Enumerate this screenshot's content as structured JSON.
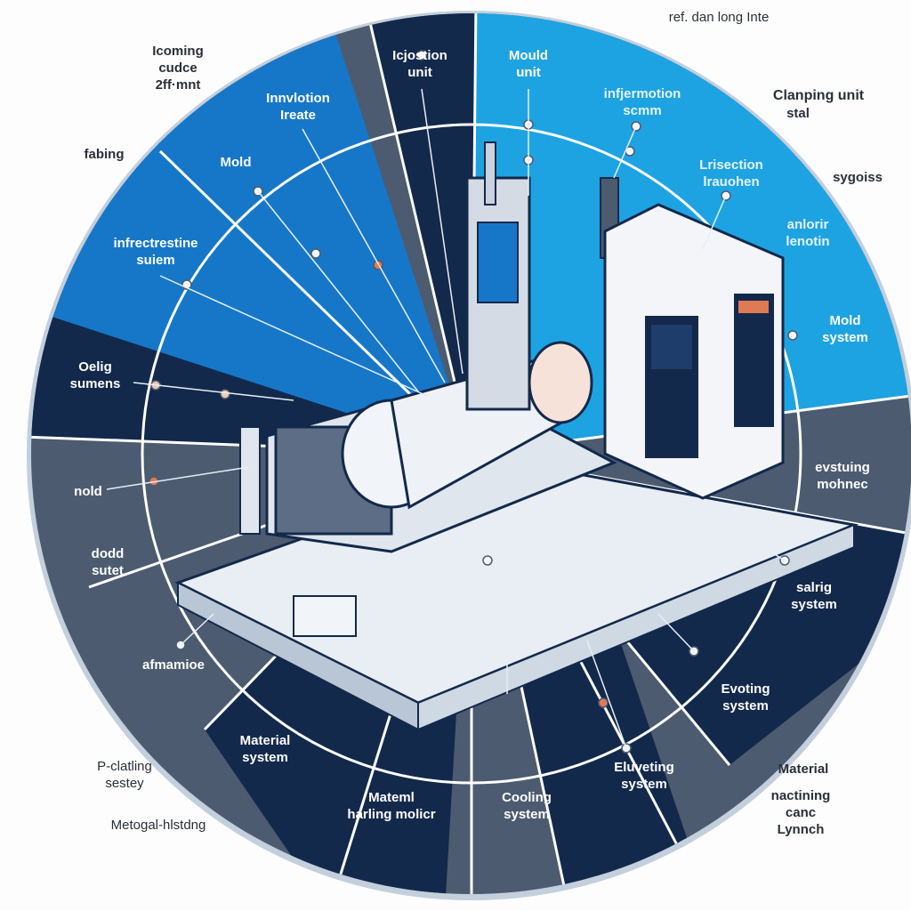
{
  "colors": {
    "blue": "#1677c8",
    "light_blue": "#1ea3e2",
    "navy": "#13294b",
    "slate": "#4c5b70",
    "ring": "#c3cfdc",
    "accent": "#e07a52"
  },
  "outside_labels": {
    "top_left": "Icoming\ncudce\n2ff·mnt",
    "fabing": "fabing",
    "top_center": "ref. dan long Inte",
    "clamping": "Clanping unit",
    "clamping_sub": "stal",
    "sygoiss": "sygoiss",
    "bottom_left_1": "P-clatling\nsestey",
    "bottom_left_2": "Metogal-hlstdng",
    "bottom_right_1": "Material",
    "bottom_right_2": "nactining\ncanc\nLynnch"
  },
  "sector_labels": {
    "injection_unit": "Icjostion\nunit",
    "innvlotion": "Innvlotion\nIreate",
    "mold": "Mold",
    "infrectrestine": "infrectrestine\nsuiem",
    "oelig": "Oelig\nsumens",
    "nold": "nold",
    "dodd": "dodd\nsutet",
    "afmamioe": "afmamioe",
    "material_system": "Material\nsystem",
    "mateml": "Mateml\nharling molicr",
    "cooling": "Cooling\nsystem",
    "eluveting": "Eluveting\nsystem",
    "evoting": "Evoting\nsystem",
    "salrig": "salrig\nsystem",
    "evstuing": "evstuing\nmohnec",
    "mold_system": "Mold\nsystem",
    "anlorir": "anlorir\nlenotin",
    "lrisection": "Lrisection\nlrauohen",
    "infjermotion": "infjermotion\nscmm",
    "mould_unit": "Mould\nunit"
  }
}
